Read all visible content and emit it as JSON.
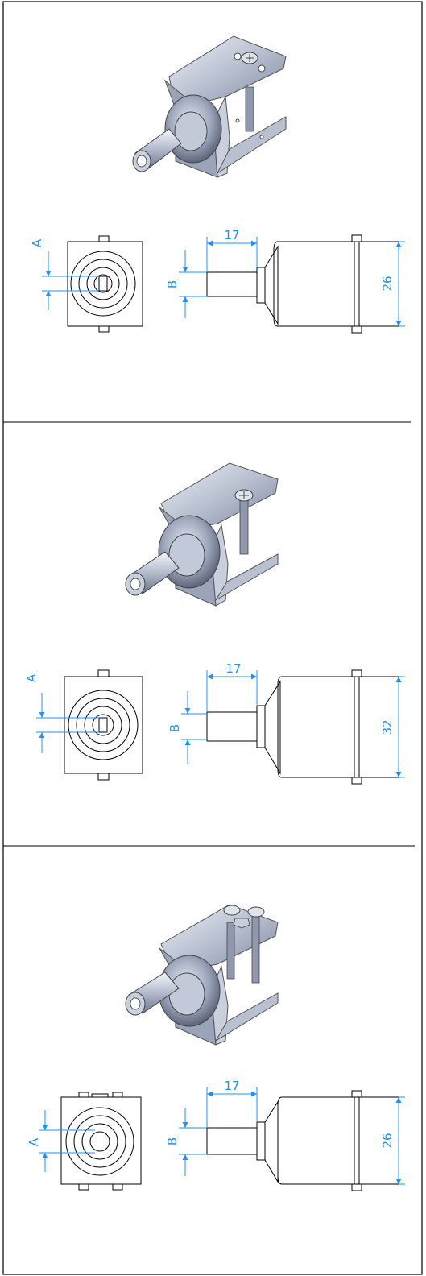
{
  "colors": {
    "dimension": "#1e90ff",
    "line": "#000000",
    "metal_light": "#d8dde8",
    "metal_mid": "#a9b2c6",
    "metal_dark": "#6f7890"
  },
  "variants": [
    {
      "dim_len": "17",
      "dim_height": "26",
      "label_a": "A",
      "label_b": "B"
    },
    {
      "dim_len": "17",
      "dim_height": "32",
      "label_a": "A",
      "label_b": "B"
    },
    {
      "dim_len": "17",
      "dim_height": "26",
      "label_a": "A",
      "label_b": "B"
    }
  ]
}
